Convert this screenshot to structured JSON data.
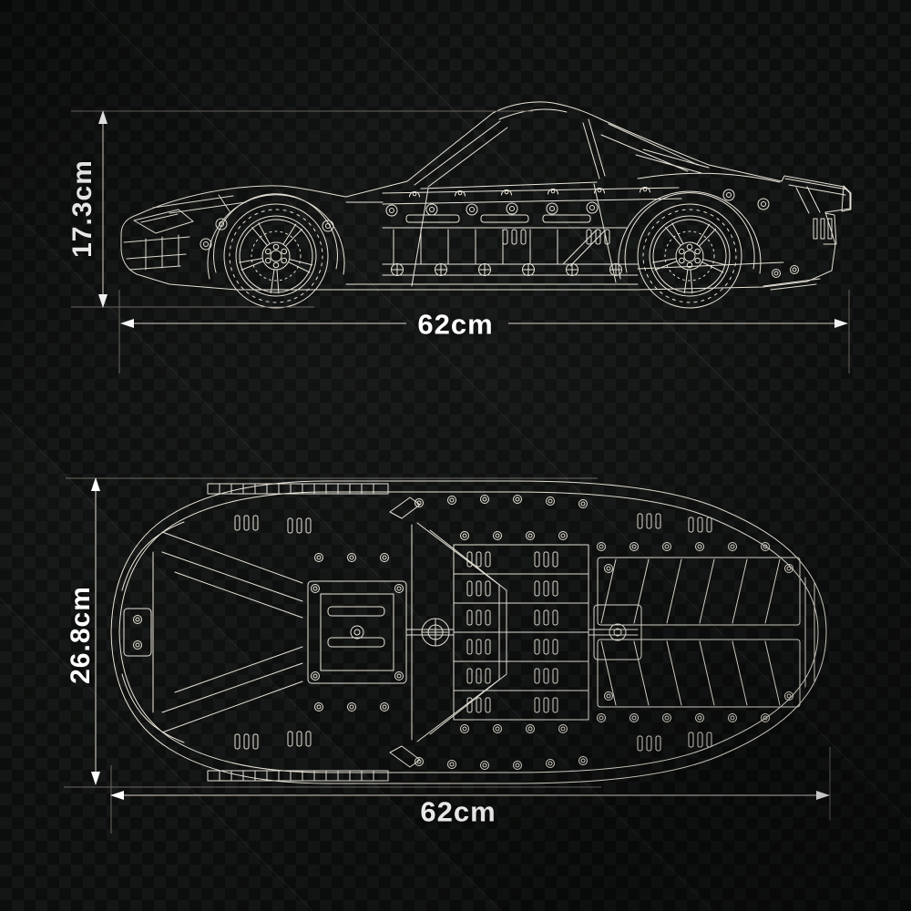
{
  "colors": {
    "background": "#0a0c0b",
    "line_art": "#e9e4d9",
    "dimension_line": "#b3ada5",
    "extension_line": "#6a655e",
    "label_text": "#ffffff"
  },
  "blueprint": {
    "side_view": {
      "height_label": "17.3cm",
      "length_label": "62cm"
    },
    "top_view": {
      "width_label": "26.8cm",
      "length_label": "62cm"
    }
  }
}
